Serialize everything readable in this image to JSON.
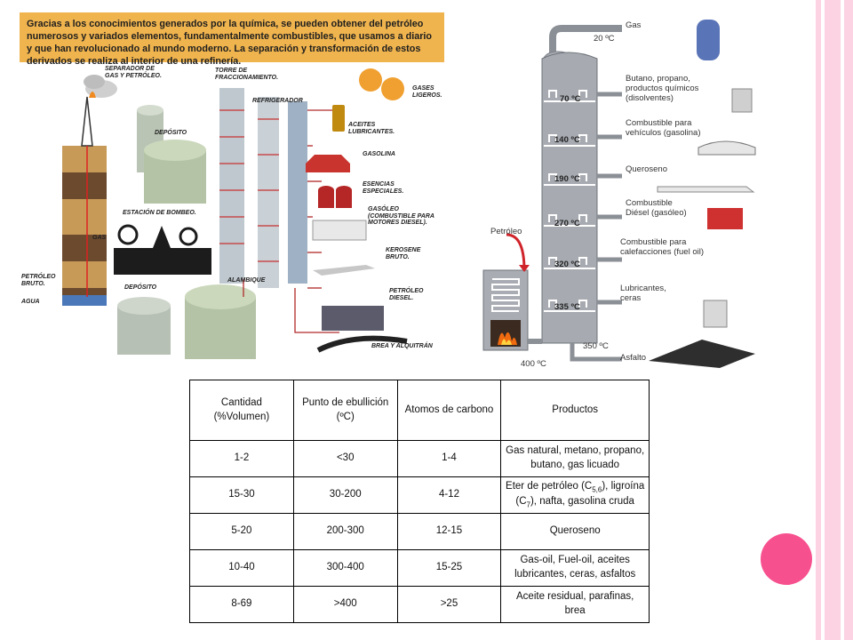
{
  "left_figure": {
    "intro_text": "Gracias a los conocimientos generados por la química, se pueden obtener del petróleo numerosos y variados elementos, fundamentalmente combustibles, que usamos a diario y que han revolucionado al mundo moderno. La separación y transformación de estos derivados se realiza al interior de una refinería.",
    "labels": {
      "separador": "Separador de gas y petróleo.",
      "torre": "Torre de fraccionamiento.",
      "refrigerador": "Refrigerador",
      "gases_ligeros": "Gases ligeros.",
      "deposito_top": "Depósito",
      "aceites": "Aceites lubricantes.",
      "gasolina": "Gasolina",
      "esencias": "Esencias especiales.",
      "estacion": "Estación de bombeo.",
      "gasoleo": "Gasóleo (combustible para motores diesel).",
      "gas": "Gas",
      "kerosene": "Kerosene bruto.",
      "petroleo_bruto": "Petróleo bruto.",
      "agua": "Agua",
      "deposito_bottom": "Depósito",
      "alambique": "Alambique",
      "petroleo_diesel": "Petróleo diesel.",
      "brea": "Brea y alquitrán"
    }
  },
  "right_figure": {
    "top_temp": "20 ºC",
    "bottom_right_temp": "350 ºC",
    "furnace_temp": "400 ºC",
    "feed_label": "Petróleo",
    "trays": [
      {
        "temp": "70 ºC",
        "product": "Butano, propano, productos químicos (disolventes)"
      },
      {
        "temp": "140 ºC",
        "product": "Combustible para vehículos (gasolina)"
      },
      {
        "temp": "190 ºC",
        "product": "Queroseno"
      },
      {
        "temp": "270 ºC",
        "product": "Combustible Diésel (gasóleo)"
      },
      {
        "temp": "320 ºC",
        "product": "Combustible para calefacciones (fuel oil)"
      },
      {
        "temp": "335 ºC",
        "product": "Lubricantes, ceras"
      }
    ],
    "gas_label": "Gas",
    "asfalto_label": "Asfalto"
  },
  "table": {
    "headers": {
      "cantidad": "Cantidad (%Volumen)",
      "punto": "Punto de ebullición",
      "punto_unit": "(ºC)",
      "atomos": "Atomos de carbono",
      "productos": "Productos"
    },
    "rows": [
      {
        "cantidad": "1-2",
        "punto": "<30",
        "atomos": "1-4",
        "productos": "Gas natural, metano, propano, butano, gas licuado"
      },
      {
        "cantidad": "15-30",
        "punto": "30-200",
        "atomos": "4-12",
        "productos_a": "Eter de petróleo (C",
        "productos_sub1": "5,6",
        "productos_b": "), ligroína (C",
        "productos_sub2": "7",
        "productos_c": "), nafta, gasolina cruda"
      },
      {
        "cantidad": "5-20",
        "punto": "200-300",
        "atomos": "12-15",
        "productos": "Queroseno"
      },
      {
        "cantidad": "10-40",
        "punto": "300-400",
        "atomos": "15-25",
        "productos": "Gas-oil, Fuel-oil, aceites lubricantes, ceras, asfaltos"
      },
      {
        "cantidad": "8-69",
        "punto": ">400",
        "atomos": ">25",
        "productos": "Aceite residual, parafinas, brea"
      }
    ]
  },
  "colors": {
    "pink_band": "#fbd3e3",
    "pink_dot": "#f7508f",
    "intro_bg": "#f0b44e"
  }
}
